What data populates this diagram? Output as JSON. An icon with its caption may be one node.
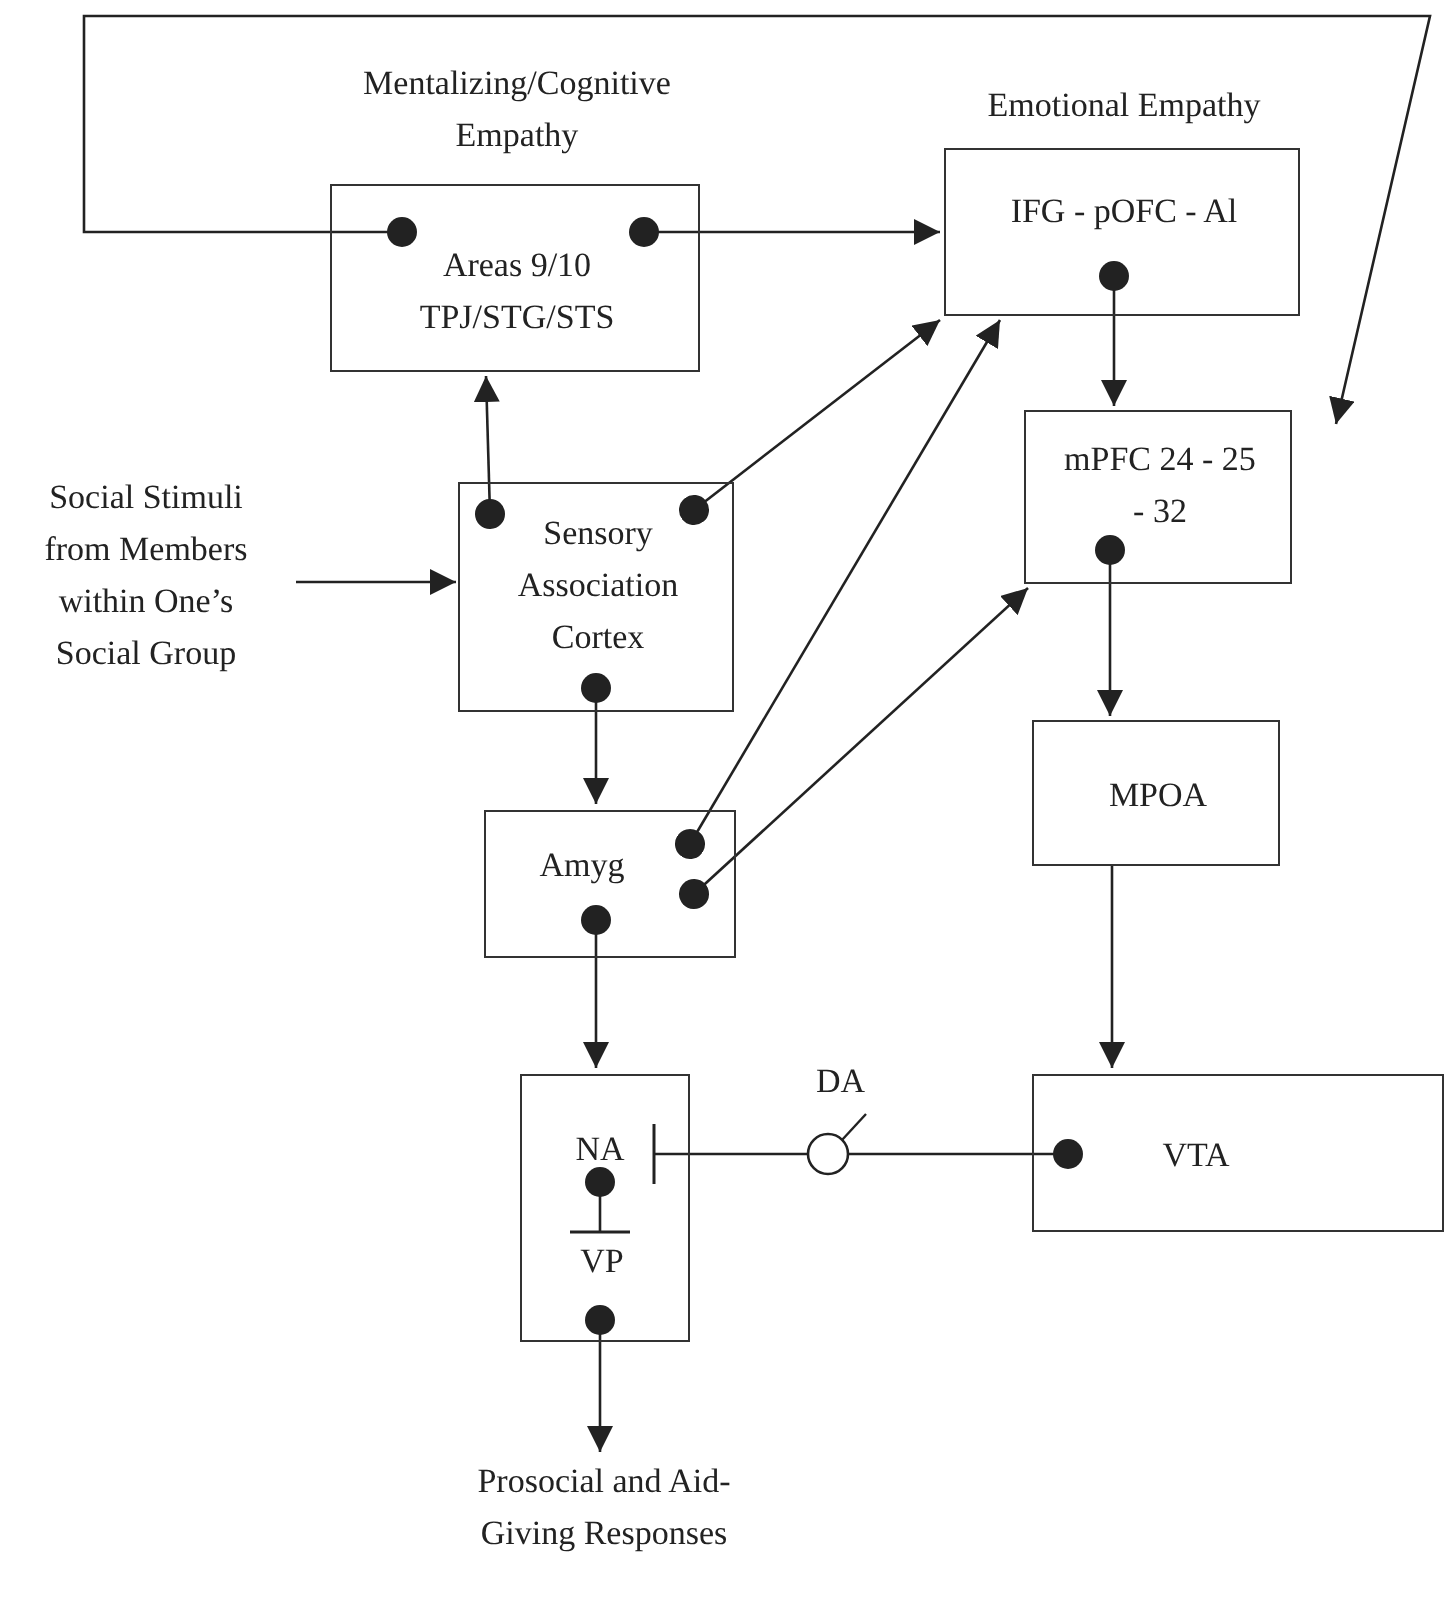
{
  "diagram": {
    "nodes": [
      {
        "text": [
          "Mentalizing/Cognitive Empathy",
          "Areas 9/10 TPJ/STG/STS"
        ]
      },
      {
        "text": [
          "Emotional Empathy",
          "IFG - pOFC - Al"
        ]
      },
      {
        "text": [
          "Social Stimuli from Members within One’s Social Group"
        ]
      },
      {
        "text": [
          "Sensory Association Cortex"
        ]
      },
      {
        "text": [
          "mPFC 24 - 25 - 32"
        ]
      },
      {
        "text": [
          "Amyg"
        ]
      },
      {
        "text": [
          "MPOA"
        ]
      },
      {
        "text": [],
        "shape": "box"
      },
      {
        "text": [
          "NA"
        ],
        "in": 7
      },
      {
        "text": [
          "VP"
        ],
        "in": 7
      },
      {
        "text": [
          "VTA"
        ]
      },
      {
        "text": [
          "Prosocial and Aid-Giving Responses"
        ]
      }
    ],
    "edges": [
      {
        "from": 0,
        "to": 4,
        "arrow": "to"
      },
      {
        "from": 0,
        "to": 1,
        "arrow": "to"
      },
      {
        "from": 1,
        "to": 4,
        "arrow": "to"
      },
      {
        "from": 3,
        "to": 0,
        "arrow": "to"
      },
      {
        "from": 2,
        "to": 3,
        "arrow": "to"
      },
      {
        "from": 3,
        "to": 1,
        "arrow": "to"
      },
      {
        "from": 3,
        "to": 5,
        "arrow": "to"
      },
      {
        "from": 5,
        "to": 1,
        "arrow": "to"
      },
      {
        "from": 5,
        "to": 4,
        "arrow": "to"
      },
      {
        "from": 4,
        "to": 6,
        "arrow": "to"
      },
      {
        "from": 6,
        "to": 10,
        "arrow": "to"
      },
      {
        "from": 5,
        "to": 7,
        "arrow": "to"
      },
      {
        "from": 10,
        "to": 8,
        "arrow": "other",
        "label": "DA"
      },
      {
        "from": 8,
        "to": 9,
        "arrow": "other"
      },
      {
        "from": 9,
        "to": 11,
        "arrow": "to"
      }
    ]
  }
}
